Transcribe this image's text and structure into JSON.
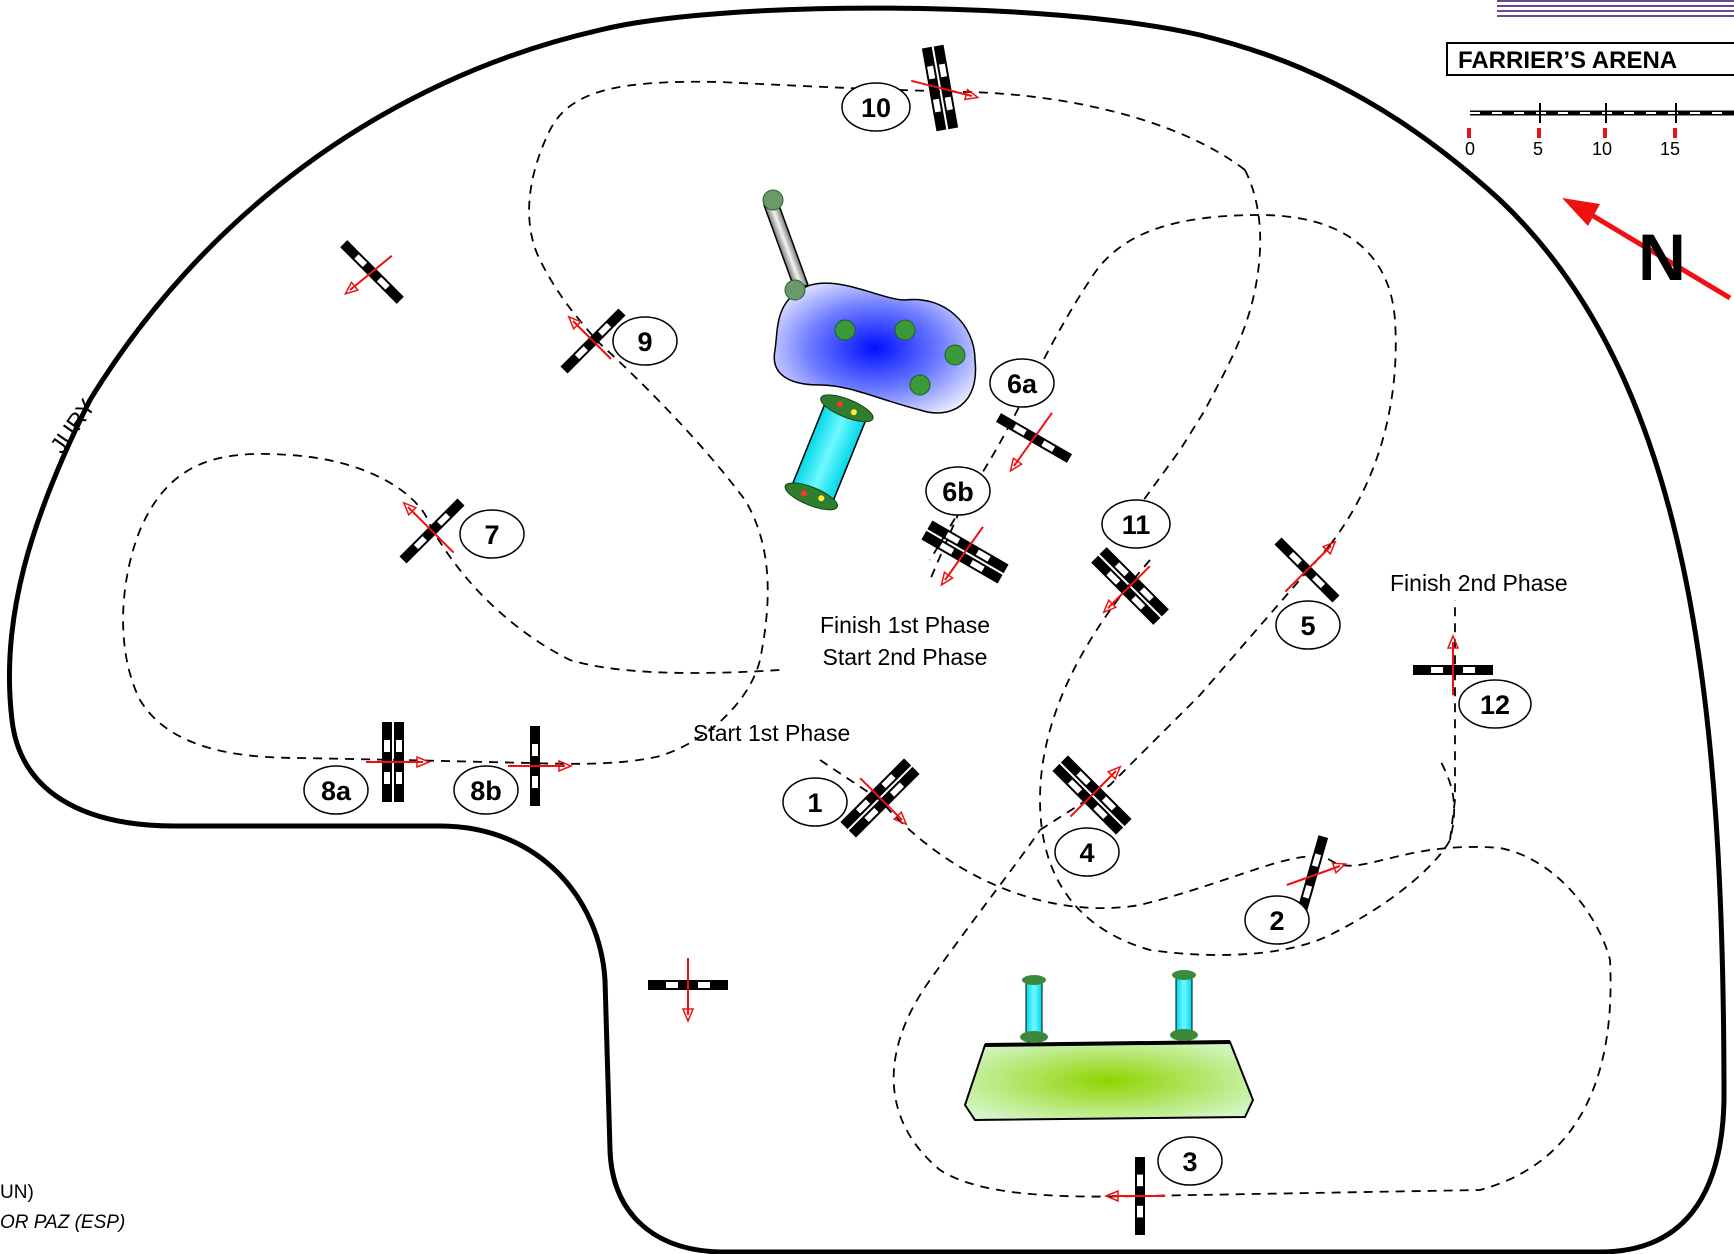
{
  "header": {
    "title": "FARRIER’S ARENA"
  },
  "scale_bar": {
    "ticks": [
      "0",
      "5",
      "10",
      "15"
    ]
  },
  "compass": {
    "label": "N",
    "arrow_color": "#ee1111"
  },
  "side_labels": {
    "jury": "JURY"
  },
  "phase_labels": {
    "start_1st": "Start 1st Phase",
    "finish_1st": "Finish 1st Phase",
    "start_2nd": "Start 2nd Phase",
    "finish_2nd": "Finish 2nd Phase"
  },
  "obstacles": [
    {
      "label": "1"
    },
    {
      "label": "2"
    },
    {
      "label": "3"
    },
    {
      "label": "4"
    },
    {
      "label": "5"
    },
    {
      "label": "6a"
    },
    {
      "label": "6b"
    },
    {
      "label": "7"
    },
    {
      "label": "8a"
    },
    {
      "label": "8b"
    },
    {
      "label": "9"
    },
    {
      "label": "10"
    },
    {
      "label": "11"
    },
    {
      "label": "12"
    }
  ],
  "credits": {
    "line1": "UN)",
    "line2": "OR PAZ (ESP)"
  },
  "colors": {
    "arena_outline": "#000000",
    "route": "#000000",
    "direction_arrow": "#ee1111",
    "water": "#1f3cff",
    "liverpool": "#00e5ee",
    "platform": "#9fe07a",
    "accent_lines": "#6b4b8a"
  }
}
